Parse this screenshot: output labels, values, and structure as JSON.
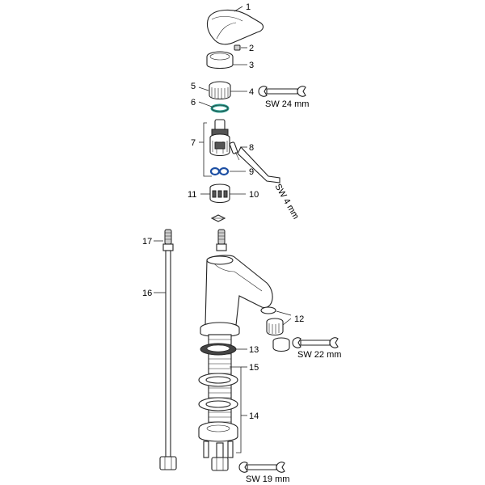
{
  "colors": {
    "line": "#222222",
    "teal": "#2a9d8f",
    "blue": "#1d4fa3",
    "background": "#ffffff"
  },
  "callouts": {
    "p1": "1",
    "p2": "2",
    "p3": "3",
    "p4": "4",
    "p5": "5",
    "p6": "6",
    "p7": "7",
    "p8": "8",
    "p9": "9",
    "p10": "10",
    "p11": "11",
    "p12": "12",
    "p13": "13",
    "p14": "14",
    "p15": "15",
    "p16": "16",
    "p17": "17"
  },
  "wrench_labels": {
    "w24": "SW 24 mm",
    "w4": "SW 4 mm",
    "w22": "SW 22 mm",
    "w19": "SW 19 mm"
  },
  "icons": [
    "wrench-icon",
    "allen-key-icon"
  ]
}
